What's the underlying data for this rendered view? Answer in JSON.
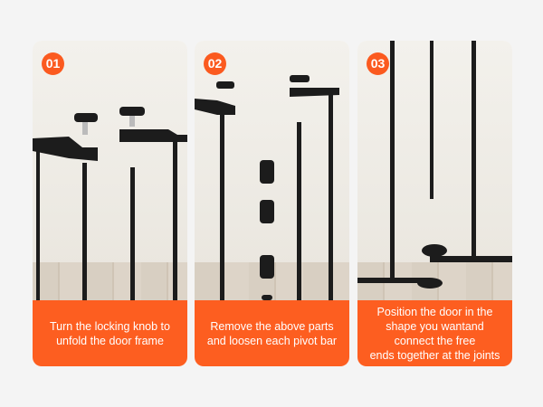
{
  "steps": [
    {
      "number": "01",
      "caption": "Turn the locking knob to\nunfold the door frame"
    },
    {
      "number": "02",
      "caption": "Remove the above parts\nand loosen each pivot bar"
    },
    {
      "number": "03",
      "caption": "Position the door in the\nshape  you wantand\nconnect the free\nends together at the joints"
    }
  ],
  "colors": {
    "accent": "#fd5e20",
    "frame": "#1c1c1c"
  }
}
